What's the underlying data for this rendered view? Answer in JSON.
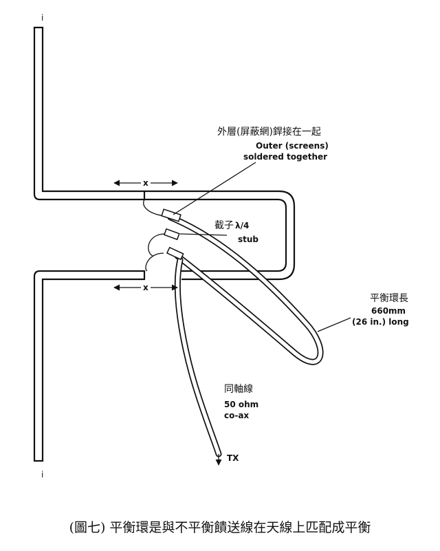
{
  "labels": {
    "outer_cn": "外層(屏蔽網)銲接在一起",
    "outer_en_1": "Outer (screens)",
    "outer_en_2": "soldered together",
    "stub_cn": "截子",
    "stub_fraction": "λ/4",
    "stub_en": "stub",
    "x_top": "x",
    "x_bottom": "x",
    "balun_cn": "平衡環長",
    "balun_en_1": "660mm",
    "balun_en_2": "(26 in.) long",
    "coax_cn": "同軸線",
    "coax_en_1": "50 ohm",
    "coax_en_2": "co-ax",
    "tx": "TX",
    "end_top": "i",
    "end_bottom": "i"
  },
  "caption": "(圖七) 平衡環是與不平衡饋送線在天線上匹配成平衡"
}
